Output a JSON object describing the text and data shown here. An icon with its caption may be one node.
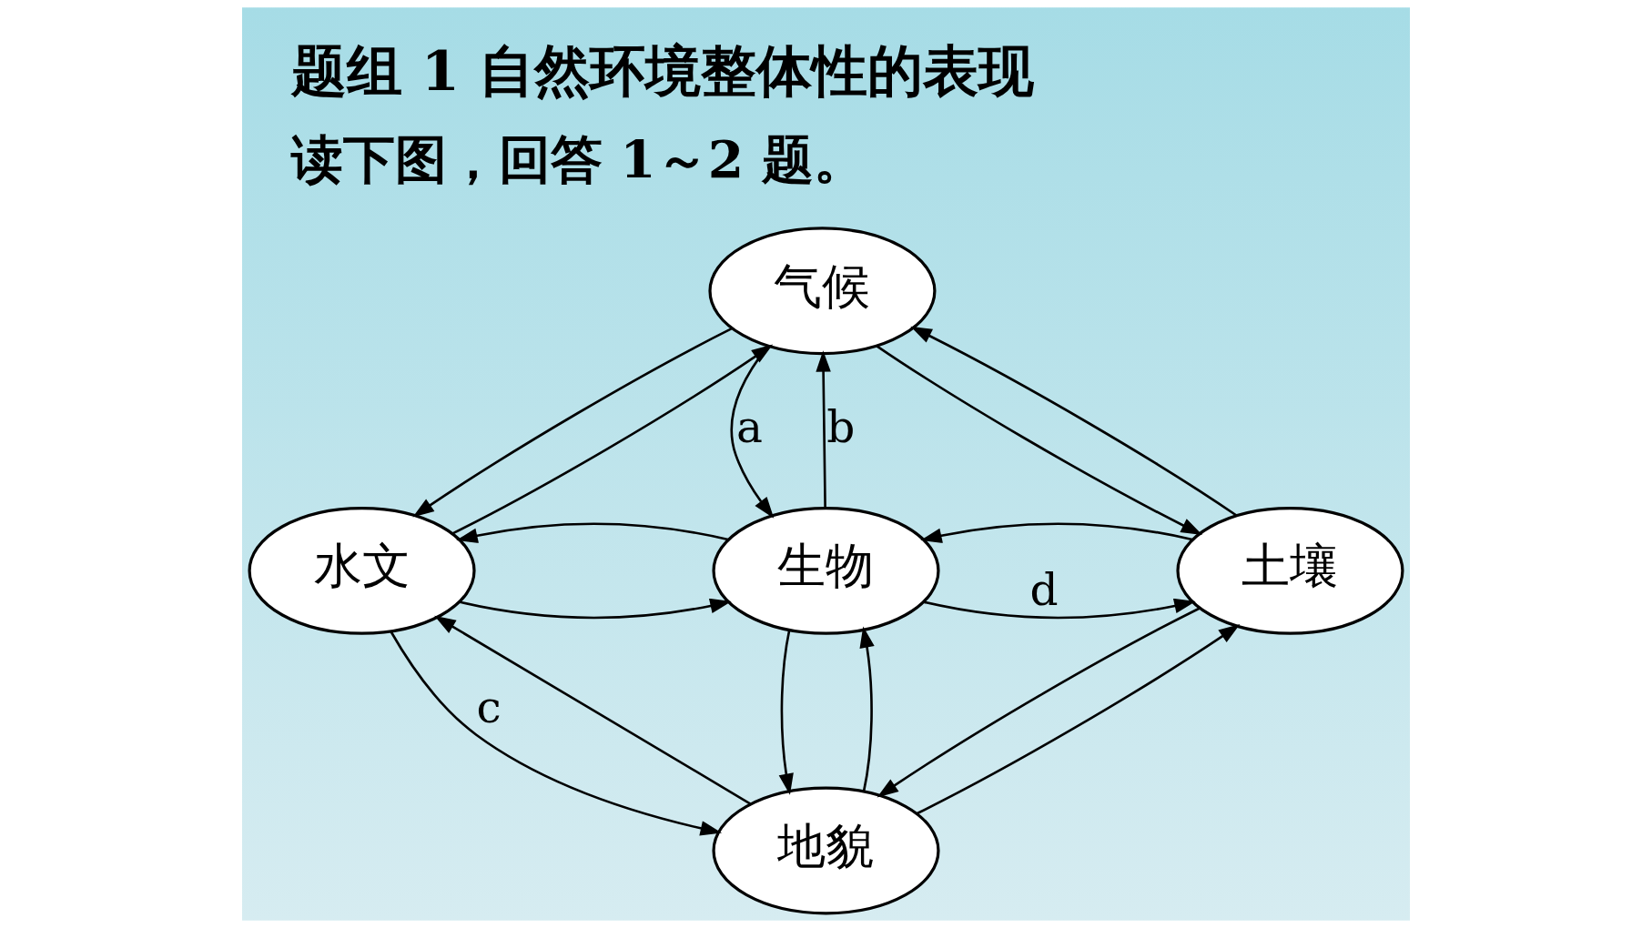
{
  "diagram": {
    "title": "题组 1 自然环境整体性的表现",
    "caption": "读下图，回答 1～2 题。",
    "nodes": [
      {
        "text": [
          "气候"
        ]
      },
      {
        "text": [
          "水文"
        ]
      },
      {
        "text": [
          "生物"
        ]
      },
      {
        "text": [
          "土壤"
        ]
      },
      {
        "text": [
          "地貌"
        ]
      }
    ],
    "edges": [
      {
        "from": 1,
        "to": 0,
        "arrow": "to"
      },
      {
        "from": 0,
        "to": 1,
        "arrow": "to"
      },
      {
        "from": 0,
        "to": 3,
        "arrow": "to"
      },
      {
        "from": 3,
        "to": 0,
        "arrow": "to"
      },
      {
        "from": 0,
        "to": 2,
        "arrow": "to",
        "label": "a"
      },
      {
        "from": 2,
        "to": 0,
        "arrow": "to",
        "label": "b"
      },
      {
        "from": 1,
        "to": 2,
        "arrow": "to"
      },
      {
        "from": 2,
        "to": 1,
        "arrow": "to"
      },
      {
        "from": 2,
        "to": 3,
        "arrow": "to",
        "label": "d"
      },
      {
        "from": 3,
        "to": 2,
        "arrow": "to"
      },
      {
        "from": 2,
        "to": 4,
        "arrow": "to"
      },
      {
        "from": 4,
        "to": 2,
        "arrow": "to"
      },
      {
        "from": 1,
        "to": 4,
        "arrow": "to",
        "label": "c"
      },
      {
        "from": 4,
        "to": 1,
        "arrow": "to"
      },
      {
        "from": 3,
        "to": 4,
        "arrow": "to"
      },
      {
        "from": 4,
        "to": 3,
        "arrow": "to"
      }
    ]
  }
}
